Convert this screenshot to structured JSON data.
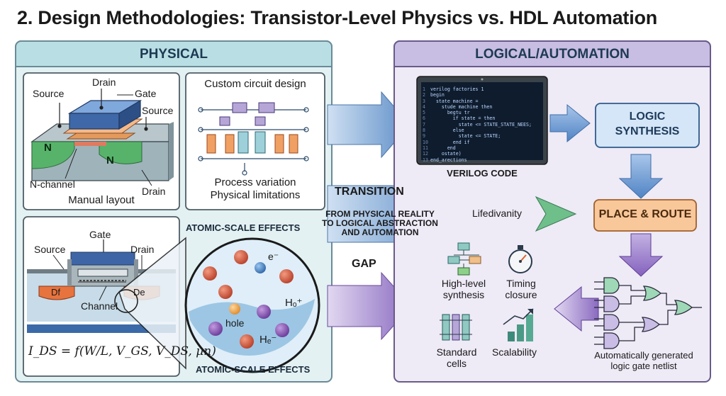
{
  "title": "2. Design Methodologies: Transistor-Level Physics vs. HDL Automation",
  "physical": {
    "header": "PHYSICAL",
    "mosfet_top": {
      "source": "Source",
      "drain": "Drain",
      "gate": "Gate",
      "source_right": "Source",
      "n_left": "N",
      "n_right": "N",
      "n_channel": "N-channel",
      "drain_bottom": "Drain",
      "caption": "Manual layout"
    },
    "custom_circuit": {
      "title": "Custom circuit design",
      "caption_line1": "Process variation",
      "caption_line2": "Physical limitations"
    },
    "cross_section": {
      "gate": "Gate",
      "source": "Source",
      "drain": "Drain",
      "df": "Df",
      "de": "De",
      "channel": "Channel"
    },
    "equation": "I_DS = f(W/L, V_GS, V_DS, μn)",
    "atomic_label_top": "ATOMIC-SCALE EFFECTS",
    "atomic_label_bottom": "ATOMIC-SCALE EFFECTS",
    "atom": {
      "electron": "e⁻",
      "hole": "hole",
      "ho": "Hₒ⁺",
      "he": "Hₑ⁻"
    }
  },
  "transition": {
    "top": "TRANSITION",
    "line1": "FROM PHYSICAL REALITY",
    "line2": "TO LOGICAL ABSTRACTION",
    "line3": "AND AUTOMATION",
    "bottom": "GAP"
  },
  "logical": {
    "header": "LOGICAL/AUTOMATION",
    "verilog_label": "VERILOG CODE",
    "code_lines": [
      "verilog factories 1",
      "begin",
      "  state machine =",
      "    stude machine then",
      "      begtu tr",
      "        if state = then",
      "          state <= STATE_STATE_NEES;",
      "        else",
      "          state <= STATE;",
      "        end if",
      "      end",
      "    ostate)",
      "end_arections"
    ],
    "logic_synthesis_line1": "LOGIC",
    "logic_synthesis_line2": "SYNTHESIS",
    "lifedivanity": "Lifedivanity",
    "place_route": "PLACE & ROUTE",
    "high_level_line1": "High-level",
    "high_level_line2": "synthesis",
    "timing_line1": "Timing",
    "timing_line2": "closure",
    "standard_line1": "Standard",
    "standard_line2": "cells",
    "scalability": "Scalability",
    "netlist_line1": "Automatically generated",
    "netlist_line2": "logic gate netlist"
  },
  "colors": {
    "physical_panel": "#e3f1f3",
    "physical_header": "#b9dfe4",
    "logical_panel": "#eeeaf6",
    "logical_header": "#c8bde3",
    "arrow_blue": "#6a97cc",
    "arrow_purple": "#8b6cc0",
    "place_route": "#f8c79a",
    "logic_synth": "#d4e6f7"
  }
}
